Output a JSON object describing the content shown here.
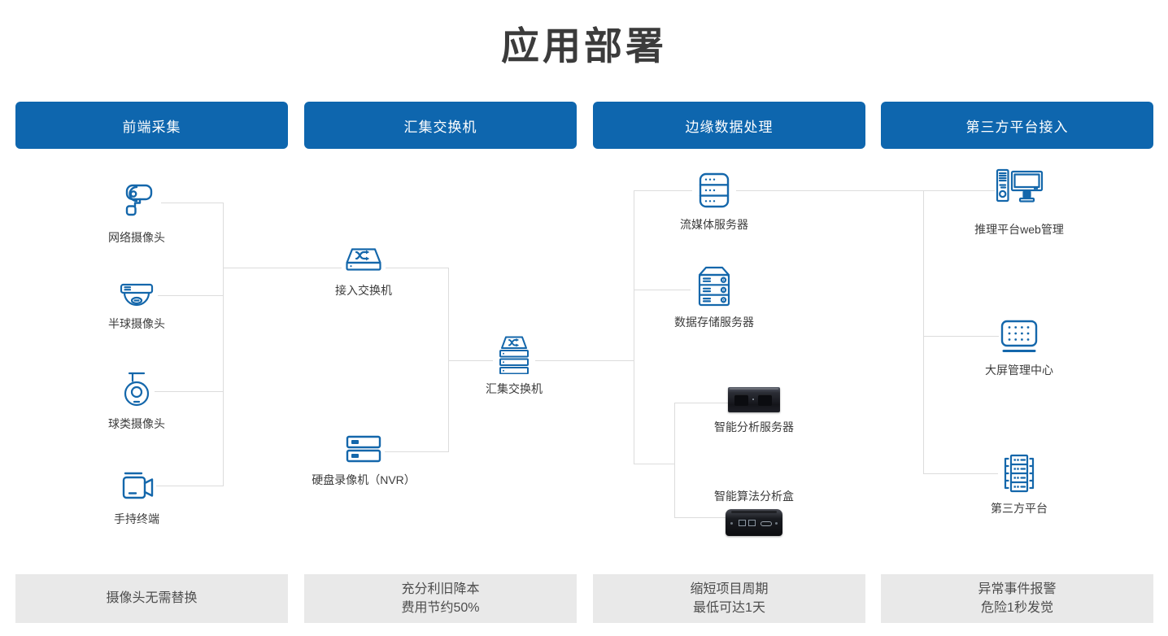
{
  "title": "应用部署",
  "colors": {
    "header_bg": "#0e66ae",
    "header_text": "#ffffff",
    "icon_stroke": "#1467ab",
    "line": "#dcdcdc",
    "benefit_bg": "#e9e9e9",
    "benefit_text": "#4d4d4d",
    "label_text": "#3c3c3c",
    "title_text": "#3b3b3b"
  },
  "headers": [
    {
      "label": "前端采集"
    },
    {
      "label": "汇集交换机"
    },
    {
      "label": "边缘数据处理"
    },
    {
      "label": "第三方平台接入"
    }
  ],
  "nodes": {
    "network_camera": {
      "label": "网络摄像头",
      "icon": "bullet-camera-icon"
    },
    "dome_camera": {
      "label": "半球摄像头",
      "icon": "dome-camera-icon"
    },
    "ptz_camera": {
      "label": "球类摄像头",
      "icon": "ptz-camera-icon"
    },
    "handheld_terminal": {
      "label": "手持终端",
      "icon": "camcorder-icon"
    },
    "access_switch": {
      "label": "接入交换机",
      "icon": "switch-icon"
    },
    "nvr": {
      "label": "硬盘录像机（NVR）",
      "icon": "nvr-icon"
    },
    "aggregation_switch": {
      "label": "汇集交换机",
      "icon": "stacked-switch-icon"
    },
    "media_server": {
      "label": "流媒体服务器",
      "icon": "media-server-icon"
    },
    "storage_server": {
      "label": "数据存储服务器",
      "icon": "storage-server-icon"
    },
    "analysis_server": {
      "label": "智能分析服务器",
      "icon": "rack-server-photo"
    },
    "analysis_box": {
      "label": "智能算法分析盒",
      "icon": "analysis-box-photo"
    },
    "web_management": {
      "label": "推理平台web管理",
      "icon": "workstation-icon"
    },
    "big_screen": {
      "label": "大屏管理中心",
      "icon": "led-screen-icon"
    },
    "third_party": {
      "label": "第三方平台",
      "icon": "platform-rack-icon"
    }
  },
  "benefits": [
    {
      "line1": "摄像头无需替换"
    },
    {
      "line1": "充分利旧降本",
      "line2": "费用节约50%"
    },
    {
      "line1": "缩短项目周期",
      "line2": "最低可达1天"
    },
    {
      "line1": "异常事件报警",
      "line2": "危险1秒发觉"
    }
  ]
}
